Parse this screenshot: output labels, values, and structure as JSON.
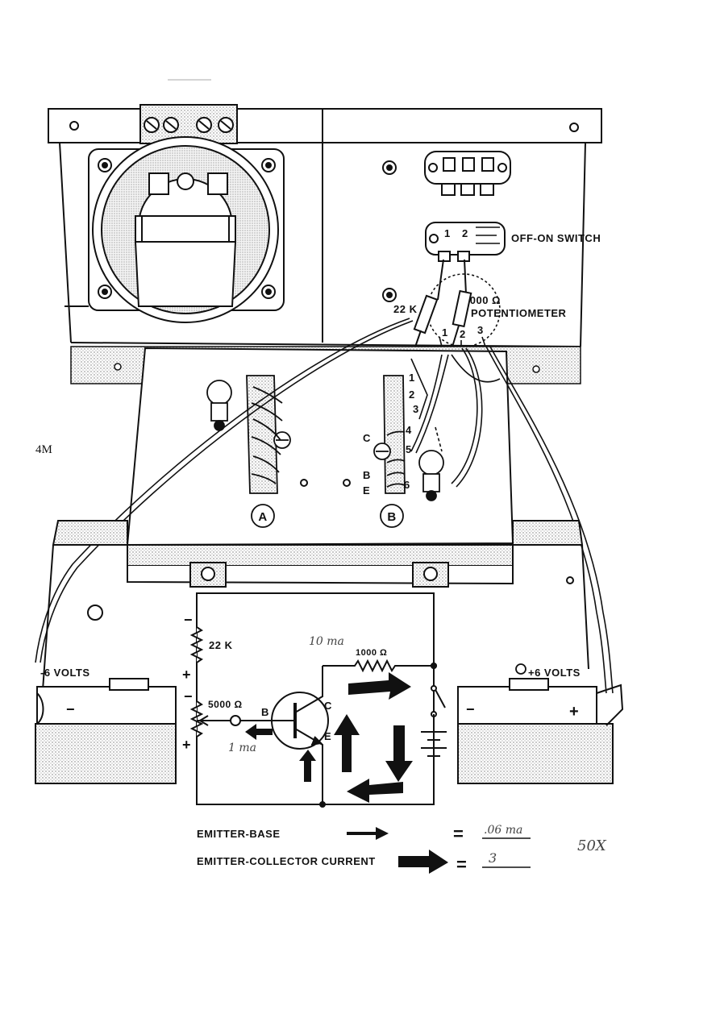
{
  "margin_note": "4M",
  "labels": {
    "off_on_switch": "OFF-ON SWITCH",
    "potentiometer": "POTENTIOMETER",
    "pot_value": "1000 Ω",
    "resistor_22k": "22 K",
    "pot_term_1": "1",
    "pot_term_2": "2",
    "pot_term_3": "3",
    "switch_term_1": "1",
    "switch_term_2": "2",
    "socket_a": "A",
    "socket_b": "B",
    "strip_1": "1",
    "strip_2": "2",
    "strip_3": "3",
    "strip_4": "4",
    "strip_5": "5",
    "strip_6": "6",
    "strip_c": "C",
    "strip_b": "B",
    "strip_e": "E",
    "minus_6_volts": "-6 VOLTS",
    "plus_6_volts": "+6 VOLTS",
    "left_batt_minus": "−",
    "right_batt_minus": "−",
    "right_batt_plus": "+"
  },
  "schematic": {
    "r1_value": "22 K",
    "r2_value": "1000 Ω",
    "pot_value": "5000 Ω",
    "node_b": "B",
    "node_c": "C",
    "node_e": "E",
    "minus_top": "−",
    "plus_mid": "+",
    "minus_mid": "−",
    "plus_bottom": "+"
  },
  "legend": {
    "emitter_base": "EMITTER-BASE",
    "emitter_collector": "EMITTER-COLLECTOR  CURRENT",
    "equals": "="
  },
  "handwriting": {
    "top_note": "10 ma",
    "base_note": "1 ma",
    "eb_value": ".06 ma",
    "ec_value": "3",
    "gain_note": "50X"
  },
  "colors": {
    "ink": "#111111",
    "paper": "#ffffff",
    "stipple": "#cfcfcf"
  }
}
